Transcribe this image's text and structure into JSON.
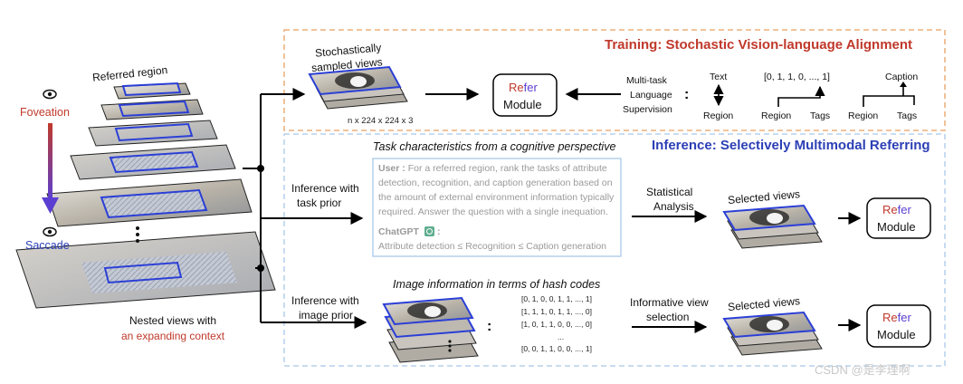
{
  "colors": {
    "training_border": "#e8a060",
    "inference_border": "#a9c8e8",
    "red": "#c0392b",
    "blue": "#2c3fb5",
    "foveation_arrow_top": "#c0392b",
    "foveation_arrow_bottom": "#5b3fd1"
  },
  "left": {
    "referred_region": "Referred region",
    "foveation": "Foveation",
    "saccade": "Saccade",
    "nested_line1": "Nested views with",
    "nested_line2": "an expanding context",
    "eye_icon": "eye-icon"
  },
  "training": {
    "title": "Training: Stochastic Vision-language Alignment",
    "views_line1": "Stochastically",
    "views_line2": "sampled views",
    "dims": "n x 224 x 224 x 3",
    "supervision_line1": "Multi-task",
    "supervision_line2": "Language",
    "supervision_line3": "Supervision",
    "colon": ":",
    "text": "Text",
    "region1": "Region",
    "tag_vector": "[0, 1, 1, 0, ..., 1]",
    "region2": "Region",
    "tags1": "Tags",
    "caption": "Caption",
    "region3": "Region",
    "tags2": "Tags"
  },
  "refer_module": {
    "re": "Re",
    "fer": "fer",
    "module": "Module"
  },
  "inference": {
    "title": "Inference: Selectively Multimodal Referring",
    "task_heading": "Task characteristics from a cognitive perspective",
    "task_prior_line1": "Inference with",
    "task_prior_line2": "task prior",
    "user_label": "User",
    "user_lines": [
      "For a referred region, rank the tasks of attribute",
      "detection, recognition, and caption generation based on",
      "the amount of external environment information typically",
      "required. Answer the question with a single inequation."
    ],
    "chatgpt_label": "ChatGPT",
    "answer": "Attribute detection ≤ Recognition ≤ Caption generation",
    "stat_line1": "Statistical",
    "stat_line2": "Analysis",
    "selected_views1": "Selected views",
    "image_heading": "Image information in terms of hash codes",
    "image_prior_line1": "Inference with",
    "image_prior_line2": "image prior",
    "hash_codes": [
      "[0, 1, 0, 0, 1, 1,  ..., 1]",
      "[1, 1, 1, 0, 1, 1,  ..., 0]",
      "[1, 0, 1, 1, 0, 0,  ..., 0]",
      "...",
      "[0, 0, 1, 1, 0, 0,  ..., 1]"
    ],
    "info_line1": "Informative view",
    "info_line2": "selection",
    "selected_views2": "Selected views"
  },
  "watermark": "CSDN @是李理啊"
}
